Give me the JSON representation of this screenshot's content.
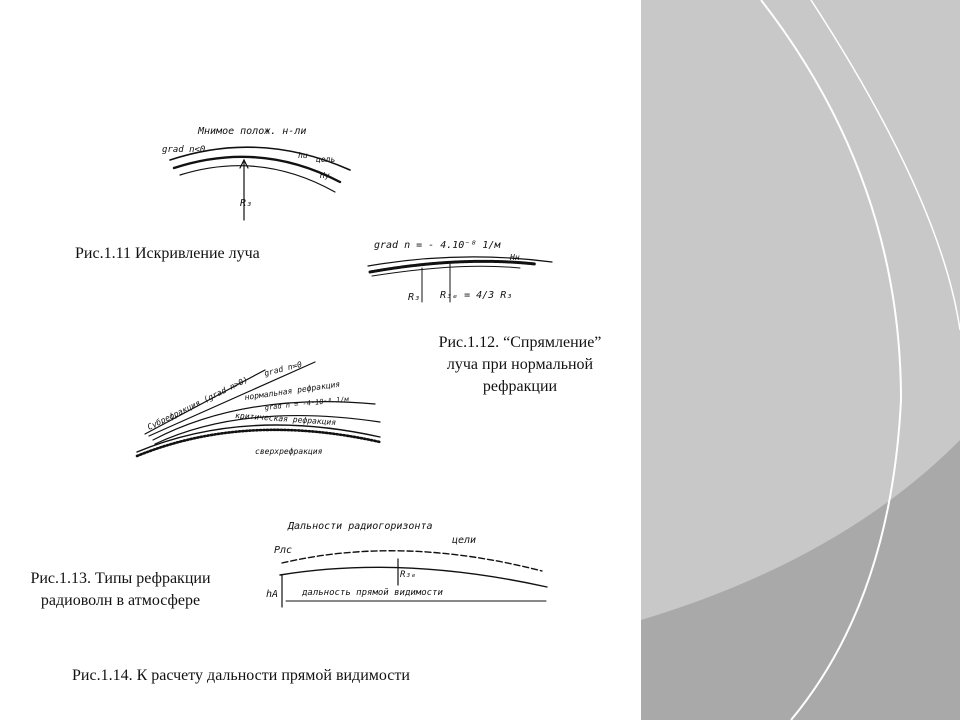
{
  "figures": {
    "fig11": {
      "caption": "Рис.1.11 Искривление луча",
      "labels": {
        "top": "Мнимое полож. н-ли",
        "grad": "grad n<0",
        "hu": "hu",
        "target": "цель",
        "hy": "Hy",
        "radius": "R₃"
      }
    },
    "fig12": {
      "caption_lines": [
        "Рис.1.12. “Спрямление”",
        "луча при нормальной",
        "рефракции"
      ],
      "labels": {
        "grad": "grad n = - 4.10⁻⁸ 1/м",
        "hn": "Hн",
        "r3": "R₃",
        "r3e": "R₃ₑ = 4/3 R₃"
      }
    },
    "fig13": {
      "caption_lines": [
        "Рис.1.13. Типы рефракции",
        "радиоволн в атмосфере"
      ],
      "labels": {
        "super": "Субрефракция (grad n>0)",
        "grad0": "grad n=0",
        "normal": "нормальная рефракция",
        "normal_grad": "grad n = -4·10⁻⁸ 1/м",
        "critical": "критическая рефракция",
        "over": "сверхрефракция"
      }
    },
    "fig14": {
      "caption": "Рис.1.14. К расчету дальности прямой видимости",
      "labels": {
        "top": "Дальности радиогоризонта",
        "target": "цели",
        "rlc": "Рлс",
        "r3e": "R₃ₑ",
        "ha": "hA",
        "distance": "дальность прямой видимости"
      }
    }
  },
  "colors": {
    "panel_dark": "#a9a9a9",
    "panel_light": "#c8c8c8",
    "arc": "#ffffff"
  }
}
